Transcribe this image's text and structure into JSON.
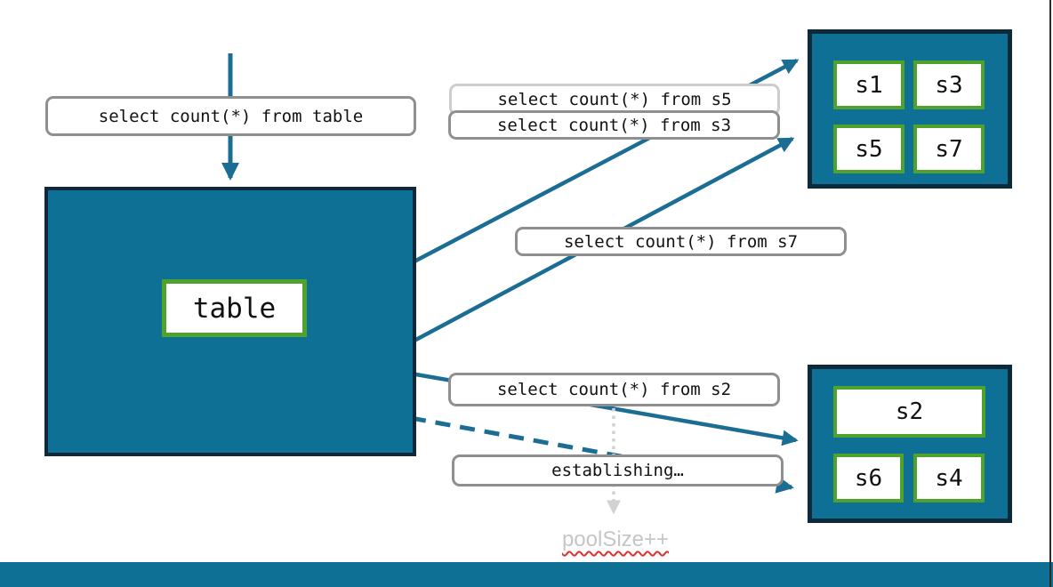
{
  "diagram": {
    "title_context": "fan-out query diagram",
    "queries": {
      "table": "select count(*) from table",
      "s5": "select count(*) from s5",
      "s3": "select count(*) from s3",
      "s7": "select count(*) from s7",
      "s2": "select count(*) from s2",
      "establishing": "establishing…"
    },
    "annotation": {
      "pool_size": "poolSize++"
    },
    "main_table": {
      "label": "table"
    },
    "shard_group_top": {
      "cells": [
        {
          "label": "s1"
        },
        {
          "label": "s3"
        },
        {
          "label": "s5"
        },
        {
          "label": "s7"
        }
      ]
    },
    "shard_group_bottom": {
      "cells": [
        {
          "label": "s2"
        },
        {
          "label": "s6"
        },
        {
          "label": "s4"
        }
      ]
    },
    "colors": {
      "teal_fill": "#0f7096",
      "box_border_navy": "#0d2a3a",
      "cell_border_green": "#4fa32d",
      "arrow_teal": "#1b6d93",
      "label_border_gray": "#8f8f8f",
      "label_border_light_gray": "#cdcdcd",
      "pool_text_gray": "#c6c6c6",
      "squiggle_red": "#e03131",
      "dotted_arrow_gray": "#d2d2d2"
    }
  }
}
